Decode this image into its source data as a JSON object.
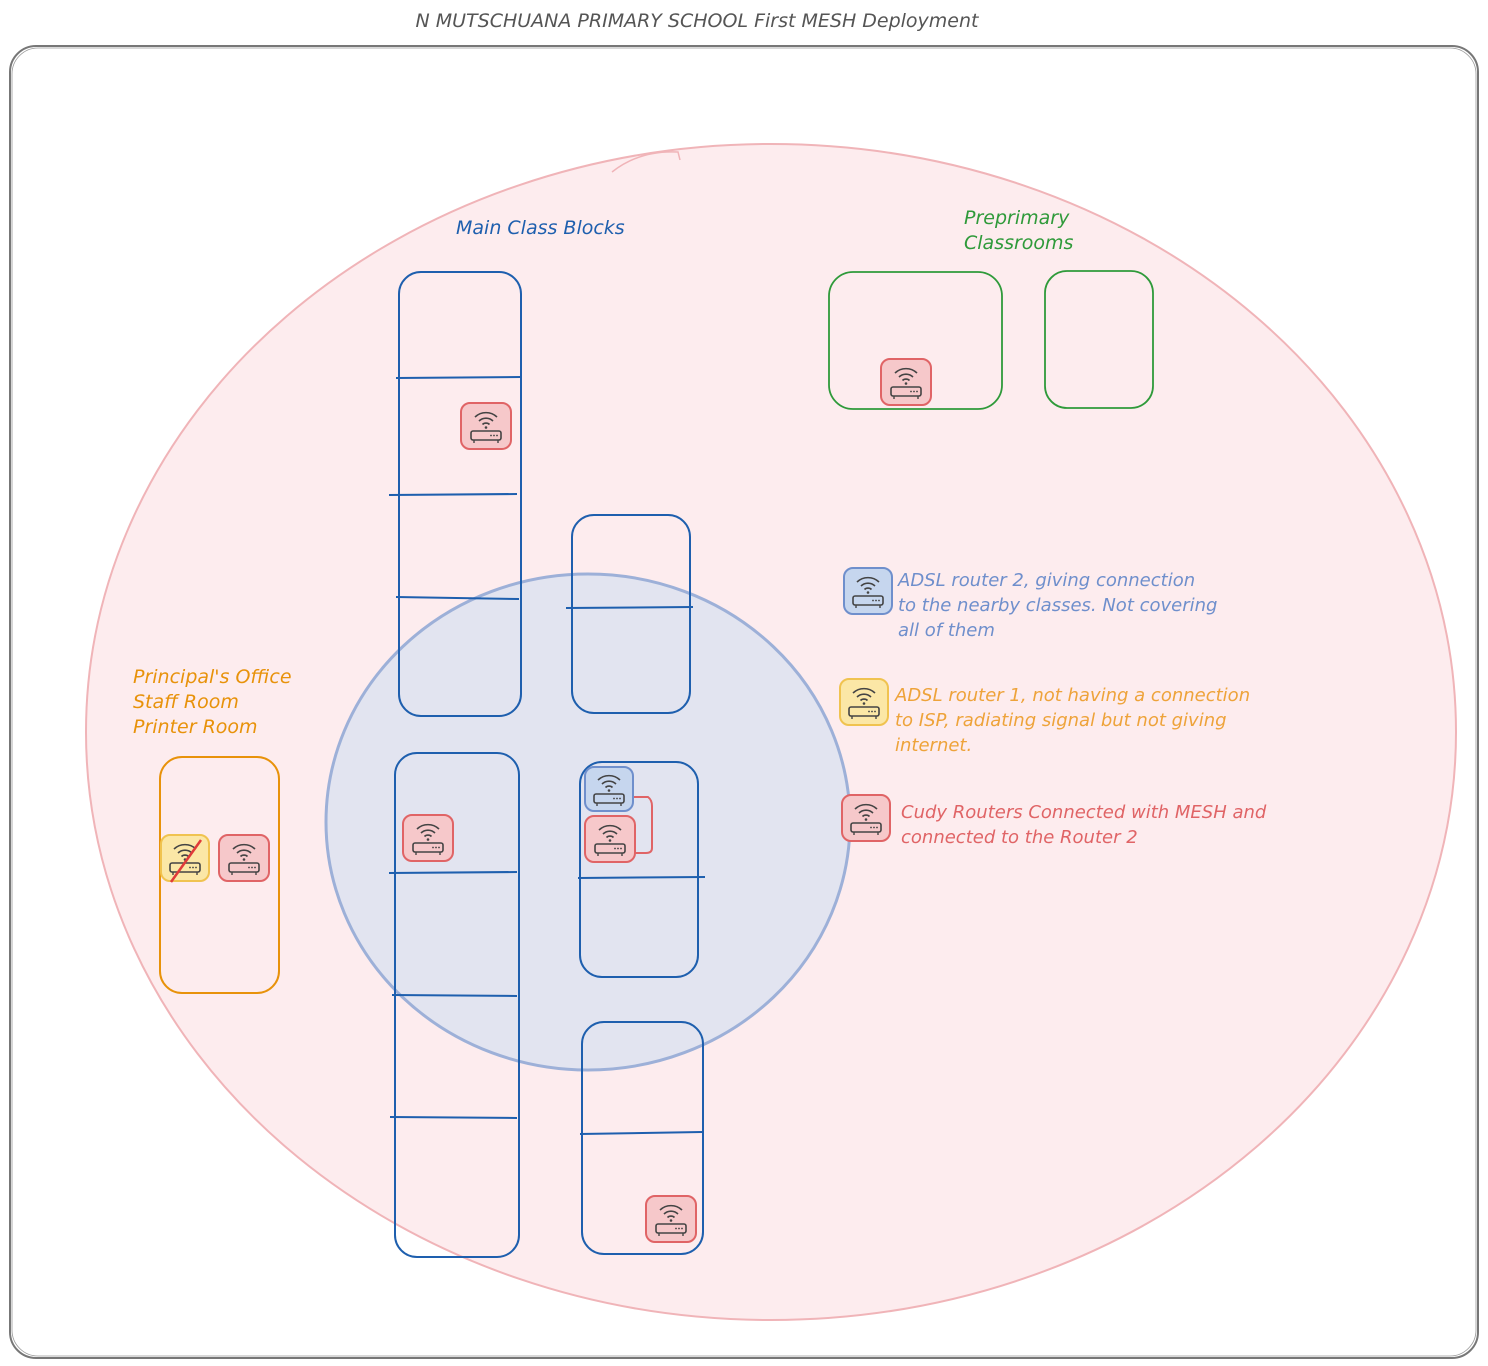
{
  "title": "N MUTSCHUANA PRIMARY SCHOOL First MESH Deployment",
  "labels": {
    "main_blocks": "Main Class Blocks",
    "preprimary": [
      "Preprimary",
      "Classrooms"
    ],
    "office": [
      "Principal's Office",
      "Staff Room",
      "Printer Room"
    ]
  },
  "legend": [
    {
      "kind": "adsl2",
      "icon": "router-icon",
      "lines": [
        "ADSL router 2, giving connection",
        "to the nearby classes. Not covering",
        "all of them"
      ]
    },
    {
      "kind": "adsl1",
      "icon": "router-icon",
      "lines": [
        "ADSL router 1, not having a connection",
        "to ISP, radiating signal but not giving",
        "internet."
      ]
    },
    {
      "kind": "cudy",
      "icon": "router-icon",
      "lines": [
        "Cudy Routers Connected with MESH and",
        "connected to the Router 2"
      ]
    }
  ],
  "colors": {
    "frame": "#777777",
    "mesh_fill": "#fdecee",
    "mesh_stroke": "#f0b4b8",
    "adsl2_fill": "#d4def0",
    "adsl2_stroke": "#8ca6d6",
    "blue": "#1e5fae",
    "green": "#2f9a3a",
    "orange": "#e8920a",
    "cudy": "#e06466",
    "cudy_bg": "#f6c8ca",
    "adsl1_bg": "#fbe7a6",
    "adsl1_text": "#eea33a",
    "adsl2_text": "#6f8fcc"
  }
}
